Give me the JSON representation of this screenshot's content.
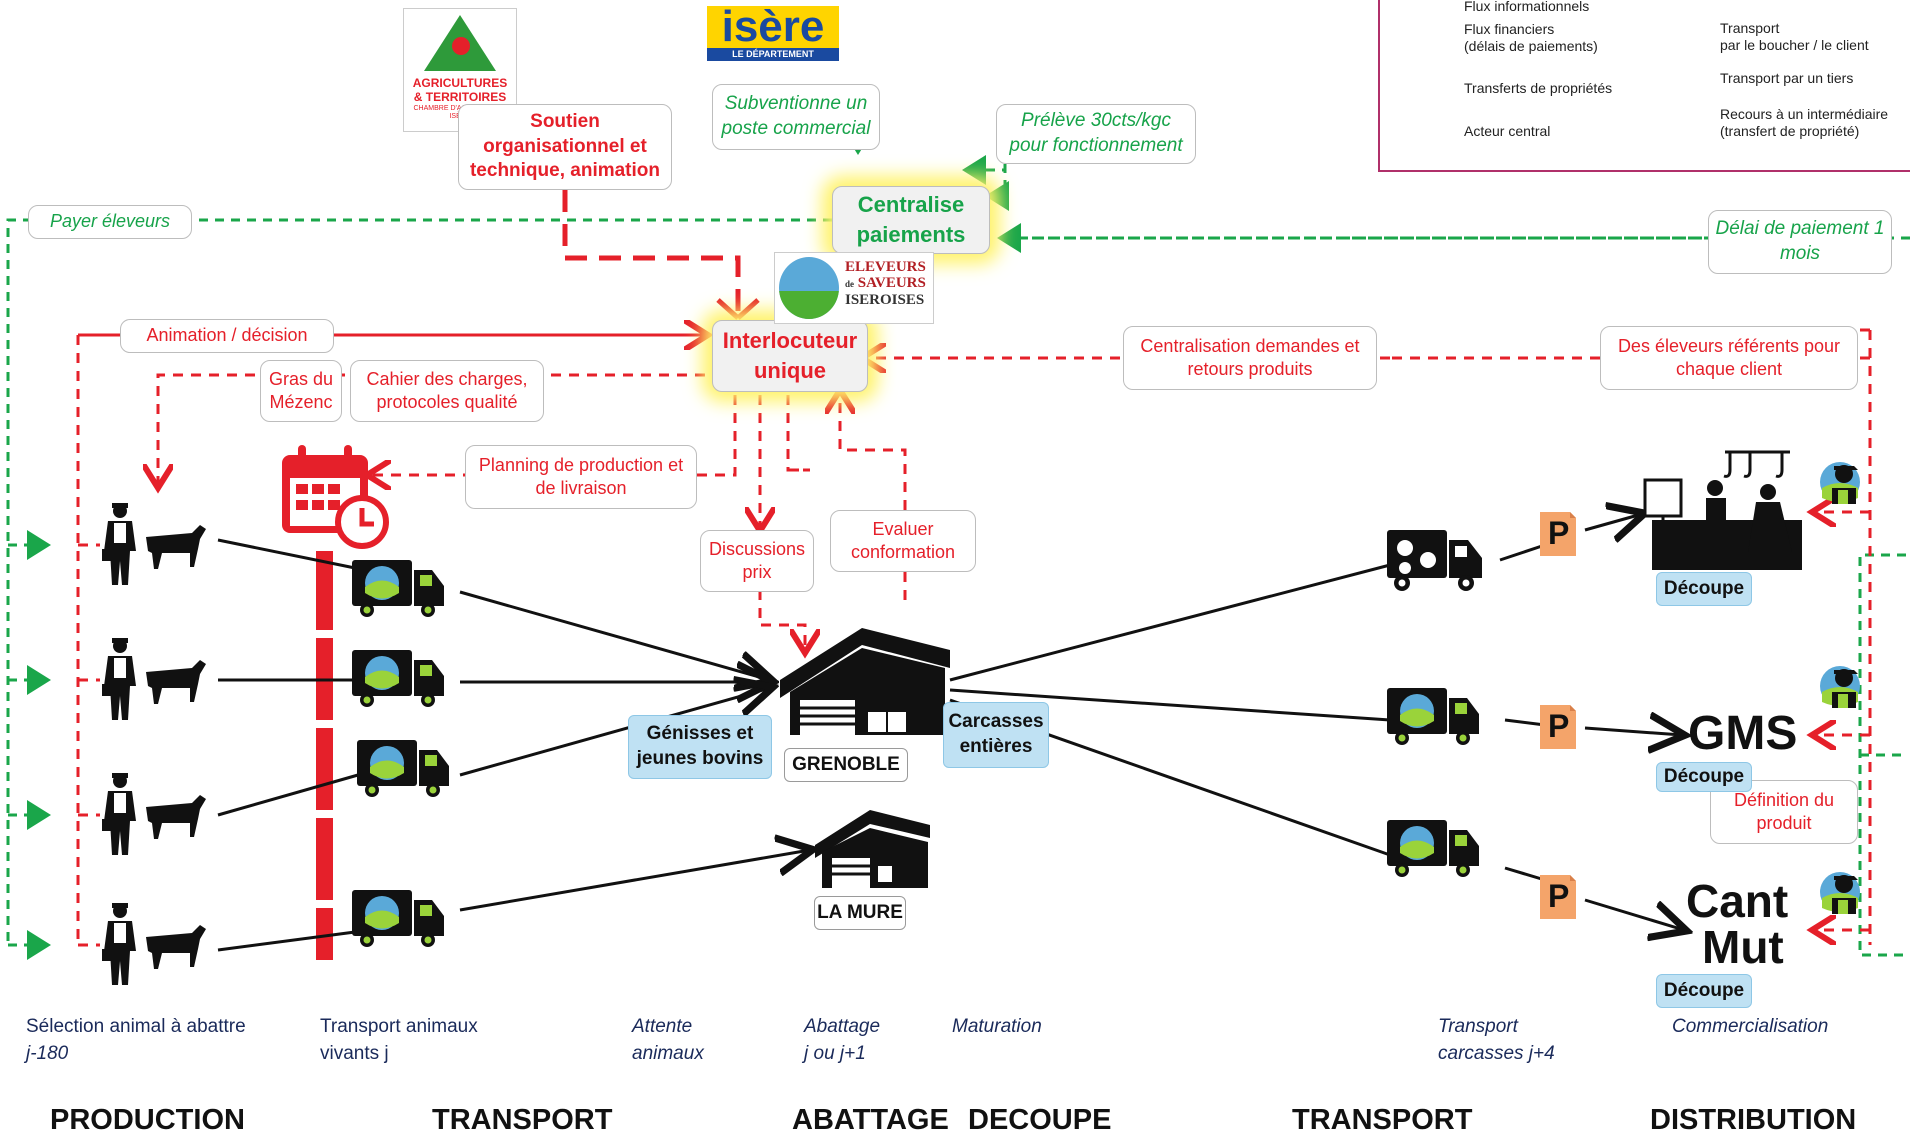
{
  "legend": {
    "flux_info": "Flux informationnels",
    "flux_fin_1": "Flux financiers",
    "flux_fin_2": "(délais de paiements)",
    "transferts": "Transferts de propriétés",
    "acteur": "Acteur central",
    "transport_boucher_1": "Transport",
    "transport_boucher_2": "par le boucher / le client",
    "transport_tiers": "Transport par un tiers",
    "recours_1": "Recours à un intermédiaire",
    "recours_2": "(transfert de propriété)"
  },
  "logos": {
    "agri_1": "AGRICULTURES",
    "agri_2": "& TERRITOIRES",
    "agri_3": "CHAMBRE D'AGRICULTURE",
    "agri_4": "ISÈRE",
    "isere_1": "isère",
    "isere_2": "LE DÉPARTEMENT",
    "esi_1": "ELEVEURS",
    "esi_2": "de",
    "esi_3": "SAVEURS",
    "esi_4": "ISEROISES"
  },
  "boxes": {
    "soutien": "Soutien organisationnel et technique, animation",
    "subventionne": "Subventionne un poste commercial",
    "preleve": "Prélève 30cts/kgc pour fonctionnement",
    "payer": "Payer éleveurs",
    "delai": "Délai de paiement 1 mois",
    "centralise": "Centralise paiements",
    "interlocuteur": "Interlocuteur unique",
    "animation": "Animation / décision",
    "gras": "Gras du Mézenc",
    "cahier": "Cahier des charges, protocoles qualité",
    "planning": "Planning de production et de livraison",
    "discussions": "Discussions prix",
    "evaluer": "Evaluer conformation",
    "centralisation": "Centralisation demandes et retours produits",
    "referents": "Des éleveurs référents pour chaque client",
    "definition": "Définition du produit"
  },
  "labels": {
    "genisses": "Génisses et jeunes bovins",
    "carcasses": "Carcasses entières",
    "grenoble": "GRENOBLE",
    "lamure": "LA MURE",
    "decoupe1": "Découpe",
    "decoupe2": "Découpe",
    "decoupe3": "Découpe",
    "gms": "GMS",
    "cant": "Cant",
    "mut": "Mut",
    "p1": "P",
    "p2": "P",
    "p3": "P"
  },
  "stages": {
    "selection_1": "Sélection animal à abattre",
    "selection_2": "j-180",
    "transport_1": "Transport animaux",
    "transport_2": "vivants j",
    "attente_1": "Attente",
    "attente_2": "animaux",
    "abattage_1": "Abattage",
    "abattage_2": "j ou j+1",
    "maturation": "Maturation",
    "tcarc_1": "Transport",
    "tcarc_2": "carcasses j+4",
    "commercialisation": "Commercialisation"
  },
  "phases": {
    "production": "PRODUCTION",
    "transport": "TRANSPORT",
    "abattage": "ABATTAGE",
    "decoupe": "DECOUPE",
    "transport2": "TRANSPORT",
    "distribution": "DISTRIBUTION"
  },
  "colors": {
    "red_flow": "#e5202a",
    "green_flow": "#1aa64a",
    "highlight": "#fff36a",
    "blue_label": "#bfe1f3",
    "truck_green": "#9ad33a",
    "p_orange": "#f4a46a"
  },
  "icons": {
    "farmer": "farmer-cow-icon",
    "truck": "truck-icon",
    "calendar": "calendar-clock-icon",
    "warehouse": "slaughterhouse-icon",
    "butcher": "butcher-shop-icon",
    "client_truck": "client-truck-icon",
    "farmer_head": "farmer-head-icon",
    "property": "property-transfer-icon"
  }
}
